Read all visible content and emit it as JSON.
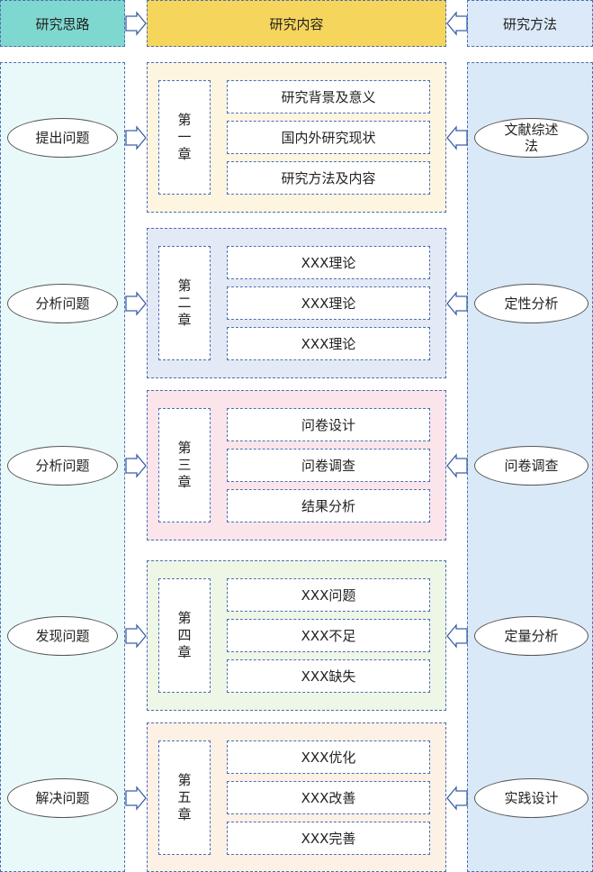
{
  "headers": {
    "left": "研究思路",
    "middle": "研究内容",
    "right": "研究方法"
  },
  "colors": {
    "left_header": "#7fd8cf",
    "left_column": "#e9f9fa",
    "middle_header": "#f6d55c",
    "right_header": "#dbe9f8",
    "right_column": "#d9e9f7",
    "border": "#4a6fb5"
  },
  "chapters": [
    {
      "label": "第一章",
      "bg": "#fdf5e0",
      "items": [
        "研究背景及意义",
        "国内外研究现状",
        "研究方法及内容"
      ],
      "left_step": "提出问题",
      "right_method": "文献综述法"
    },
    {
      "label": "第二章",
      "bg": "#e4e9f6",
      "items": [
        "XXX理论",
        "XXX理论",
        "XXX理论"
      ],
      "left_step": "分析问题",
      "right_method": "定性分析"
    },
    {
      "label": "第三章",
      "bg": "#fbe5ea",
      "items": [
        "问卷设计",
        "问卷调查",
        "结果分析"
      ],
      "left_step": "分析问题",
      "right_method": "问卷调查"
    },
    {
      "label": "第四章",
      "bg": "#eef6e5",
      "items": [
        "XXX问题",
        "XXX不足",
        "XXX缺失"
      ],
      "left_step": "发现问题",
      "right_method": "定量分析"
    },
    {
      "label": "第五章",
      "bg": "#fdf0e4",
      "items": [
        "XXX优化",
        "XXX改善",
        "XXX完善"
      ],
      "left_step": "解决问题",
      "right_method": "实践设计"
    }
  ]
}
